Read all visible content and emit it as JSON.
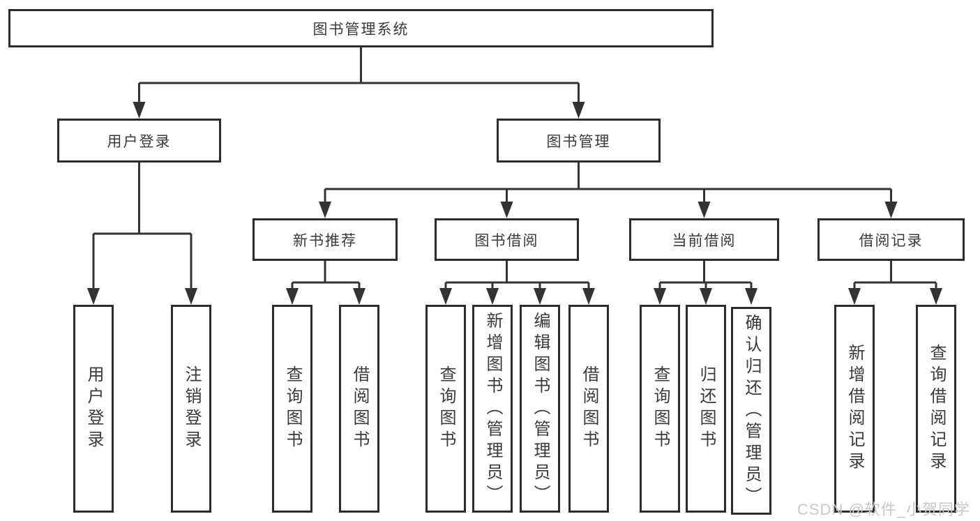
{
  "page": {
    "background": "#ffffff"
  },
  "colors": {
    "line": "#333333",
    "box_border": "#2b2b2b",
    "text": "#3a3a3a",
    "watermark": "#c8c8c8"
  },
  "watermark": {
    "text": "CSDN @软件_小贺同学"
  },
  "diagram": {
    "type": "hierarchy-tree",
    "root": {
      "label": "图书管理系统"
    },
    "level2": [
      {
        "id": "user-login",
        "label": "用户登录",
        "parent": "root"
      },
      {
        "id": "book-management",
        "label": "图书管理",
        "parent": "root"
      }
    ],
    "level3": [
      {
        "id": "new-book-recommend",
        "label": "新书推荐",
        "parent": "book-management"
      },
      {
        "id": "book-borrow",
        "label": "图书借阅",
        "parent": "book-management"
      },
      {
        "id": "current-borrow",
        "label": "当前借阅",
        "parent": "book-management"
      },
      {
        "id": "borrow-records",
        "label": "借阅记录",
        "parent": "book-management"
      }
    ],
    "leaves": {
      "user_login": [
        {
          "label": "用户登录"
        },
        {
          "label": "注销登录"
        }
      ],
      "new_book_recommend": [
        {
          "label": "查询图书"
        },
        {
          "label": "借阅图书"
        }
      ],
      "book_borrow": [
        {
          "label": "查询图书"
        },
        {
          "label": "新增图书（管理员）"
        },
        {
          "label": "编辑图书（管理员）"
        },
        {
          "label": "借阅图书"
        }
      ],
      "current_borrow": [
        {
          "label": "查询图书"
        },
        {
          "label": "归还图书"
        },
        {
          "label": "确认归还（管理员）"
        }
      ],
      "borrow_records": [
        {
          "label": "新增借阅记录"
        },
        {
          "label": "查询借阅记录"
        }
      ]
    }
  }
}
